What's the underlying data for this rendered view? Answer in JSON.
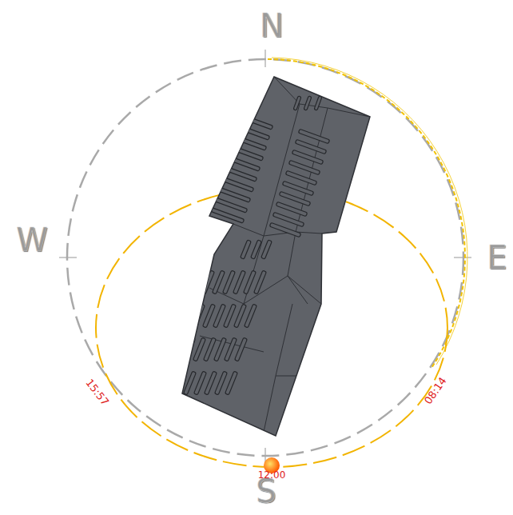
{
  "diagram": {
    "labels": [
      "N",
      "W",
      "E",
      "S",
      "15:57",
      "08:14",
      "12:00"
    ]
  }
}
